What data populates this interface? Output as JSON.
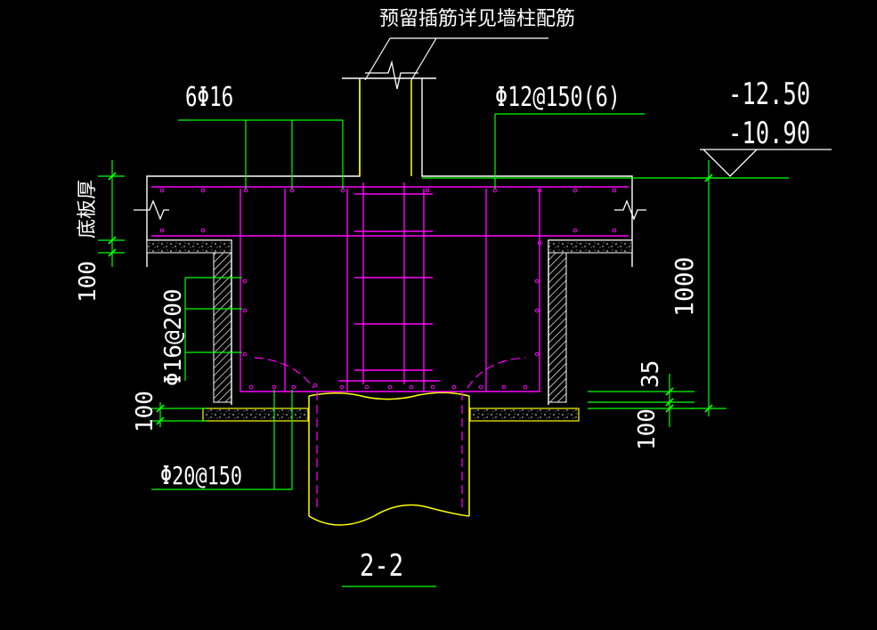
{
  "labels": {
    "top_note": "预留插筋详见墙柱配筋",
    "top_rebar": "6Φ16",
    "stirrup": "Φ12@150(6)",
    "elev_1": "-12.50",
    "elev_2": "-10.90",
    "slab_thickness": "底板厚",
    "dim_100_left": "100",
    "side_rebar": "Φ16@200",
    "dim_100_bottom": "100",
    "bottom_rebar": "Φ20@150",
    "dim_1000": "1000",
    "dim_35": "35",
    "dim_100_right": "100",
    "section_name": "2-2"
  },
  "colors": {
    "structure": "#ffffff",
    "rebar": "#ff00ff",
    "leader": "#00ff00",
    "pile": "#ffff00",
    "dashed": "#ff00ff"
  }
}
